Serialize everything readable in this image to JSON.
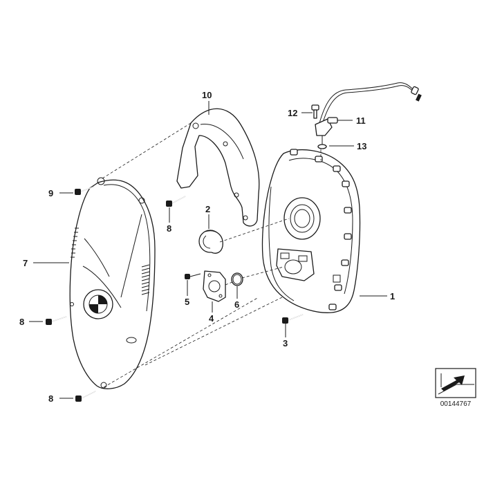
{
  "diagram": {
    "reference_number": "00144767",
    "callouts": [
      {
        "id": "1",
        "label": "1"
      },
      {
        "id": "2",
        "label": "2"
      },
      {
        "id": "3",
        "label": "3"
      },
      {
        "id": "4",
        "label": "4"
      },
      {
        "id": "5",
        "label": "5"
      },
      {
        "id": "6",
        "label": "6"
      },
      {
        "id": "7",
        "label": "7"
      },
      {
        "id": "8a",
        "label": "8"
      },
      {
        "id": "8b",
        "label": "8"
      },
      {
        "id": "8c",
        "label": "8"
      },
      {
        "id": "9",
        "label": "9"
      },
      {
        "id": "10",
        "label": "10"
      },
      {
        "id": "11",
        "label": "11"
      },
      {
        "id": "12",
        "label": "12"
      },
      {
        "id": "13",
        "label": "13"
      }
    ]
  }
}
